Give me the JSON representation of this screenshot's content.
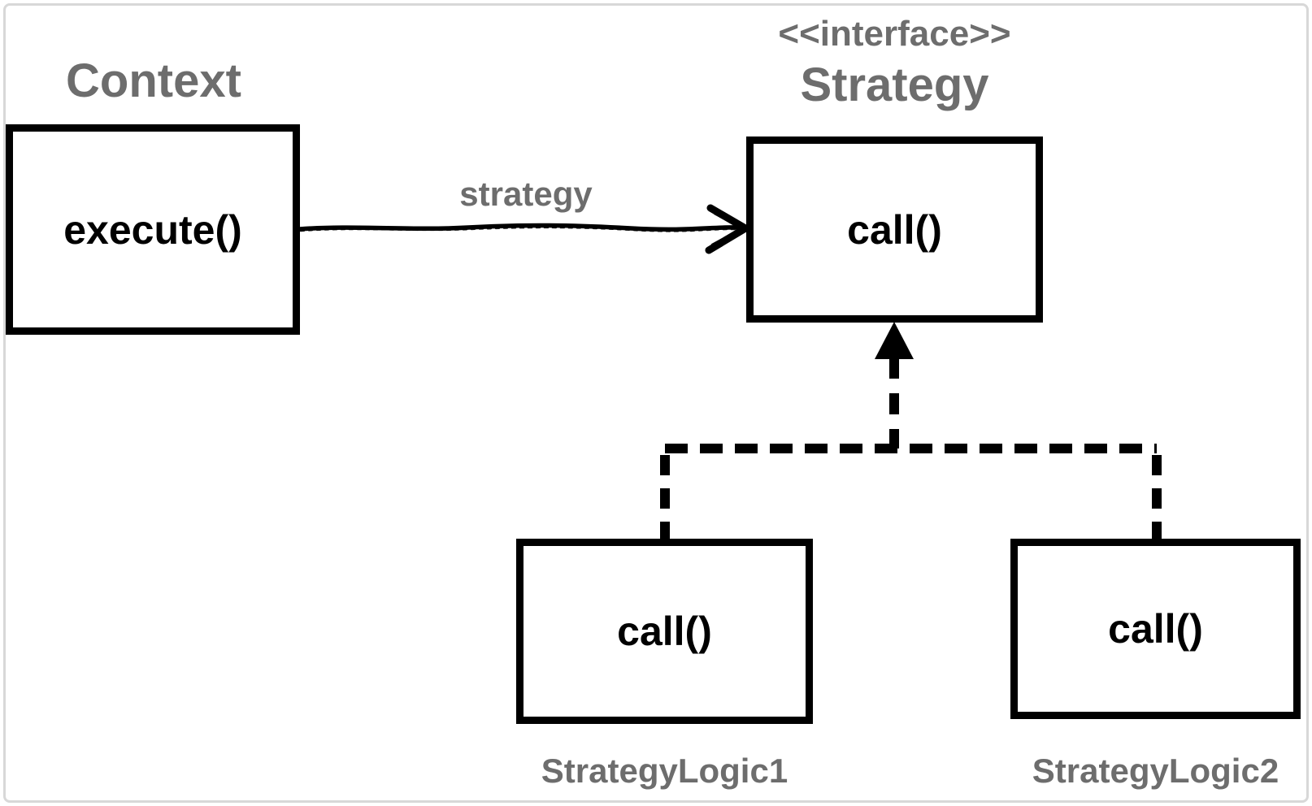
{
  "colors": {
    "background": "#ffffff",
    "frame_border": "#d8d8d8",
    "label_gray": "#6d6d6d",
    "line_black": "#000000"
  },
  "diagram": {
    "context": {
      "title": "Context",
      "method": "execute()"
    },
    "strategy": {
      "stereotype": "<<interface>>",
      "title": "Strategy",
      "method": "call()"
    },
    "association": {
      "label": "strategy"
    },
    "implementations": [
      {
        "title": "StrategyLogic1",
        "method": "call()"
      },
      {
        "title": "StrategyLogic2",
        "method": "call()"
      }
    ]
  }
}
